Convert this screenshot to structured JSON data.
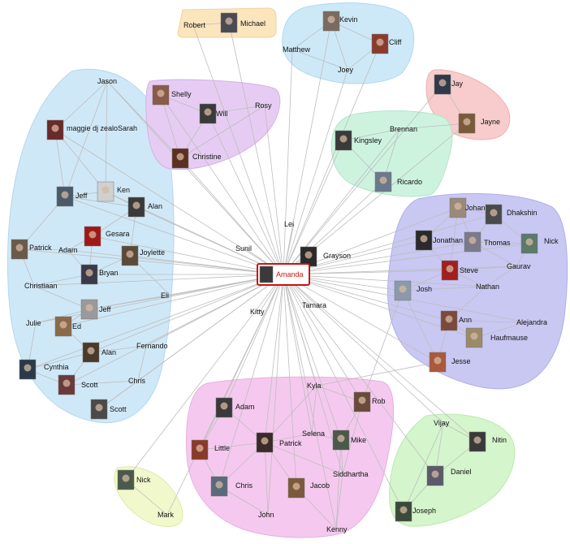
{
  "colors": {
    "edge": "#bdbdbd",
    "center_border": "#cc1111",
    "photo_stroke": "#777777"
  },
  "center": {
    "id": "amanda",
    "label": "Amanda"
  },
  "clusters": [
    {
      "id": "blue-left",
      "fill": "#cfe8f7",
      "stroke": "#b4d7ee"
    },
    {
      "id": "orange-top",
      "fill": "#fbe5bd",
      "stroke": "#f0d39f"
    },
    {
      "id": "blue-top",
      "fill": "#cde9f8",
      "stroke": "#b3d7ee"
    },
    {
      "id": "violet-top",
      "fill": "#e6ccf3",
      "stroke": "#d3b1e8"
    },
    {
      "id": "red-top",
      "fill": "#f8cccc",
      "stroke": "#eeb1b1"
    },
    {
      "id": "green-mid",
      "fill": "#cdf3df",
      "stroke": "#afe5c8"
    },
    {
      "id": "purple-right",
      "fill": "#c9c8f3",
      "stroke": "#b0aeea"
    },
    {
      "id": "pink-bottom",
      "fill": "#f5c9ef",
      "stroke": "#e8aee0"
    },
    {
      "id": "green-bottom",
      "fill": "#d5f5cc",
      "stroke": "#bce9ae"
    },
    {
      "id": "yellow-bottom",
      "fill": "#f1f8cb",
      "stroke": "#dfeaa9"
    }
  ],
  "nodes": [
    {
      "id": "robert",
      "label": "Robert",
      "photo": false,
      "tone": "#000000"
    },
    {
      "id": "michael",
      "label": "Michael",
      "photo": true,
      "tone": "#4a4a52"
    },
    {
      "id": "kevin",
      "label": "Kevin",
      "photo": true,
      "tone": "#7a6a60"
    },
    {
      "id": "matthew",
      "label": "Matthew",
      "photo": false,
      "tone": "#000000"
    },
    {
      "id": "cliff",
      "label": "Cliff",
      "photo": true,
      "tone": "#8a3b2b"
    },
    {
      "id": "joey",
      "label": "Joey",
      "photo": false,
      "tone": "#000000"
    },
    {
      "id": "jay",
      "label": "Jay",
      "photo": true,
      "tone": "#2f3a4a"
    },
    {
      "id": "jayne",
      "label": "Jayne",
      "photo": true,
      "tone": "#7a5a3a"
    },
    {
      "id": "jason",
      "label": "Jason",
      "photo": false,
      "tone": "#000000"
    },
    {
      "id": "maggie",
      "label": "maggie dj zealoSarah",
      "photo": true,
      "tone": "#6a2a2a"
    },
    {
      "id": "shelly",
      "label": "Shelly",
      "photo": true,
      "tone": "#8a5a4a"
    },
    {
      "id": "will",
      "label": "Will",
      "photo": true,
      "tone": "#3a3a3a"
    },
    {
      "id": "rosy",
      "label": "Rosy",
      "photo": false,
      "tone": "#000000"
    },
    {
      "id": "christine",
      "label": "Christine",
      "photo": true,
      "tone": "#5a3020"
    },
    {
      "id": "brennan",
      "label": "Brennan",
      "photo": false,
      "tone": "#000000"
    },
    {
      "id": "kingsley",
      "label": "Kingsley",
      "photo": true,
      "tone": "#3a3a3a"
    },
    {
      "id": "ricardo",
      "label": "Ricardo",
      "photo": true,
      "tone": "#6a7a8a"
    },
    {
      "id": "ken",
      "label": "Ken",
      "photo": true,
      "tone": "#d0d0d0"
    },
    {
      "id": "jeff1",
      "label": "Jeff",
      "photo": true,
      "tone": "#4a5a6a"
    },
    {
      "id": "alan1",
      "label": "Alan",
      "photo": true,
      "tone": "#3a3a3a"
    },
    {
      "id": "gesara",
      "label": "Gesara",
      "photo": true,
      "tone": "#a01818"
    },
    {
      "id": "patrick1",
      "label": "Patrick",
      "photo": true,
      "tone": "#6a5a4a"
    },
    {
      "id": "adam1",
      "label": "Adam",
      "photo": false,
      "tone": "#000000"
    },
    {
      "id": "joylette",
      "label": "Joylette",
      "photo": true,
      "tone": "#5a4a3a"
    },
    {
      "id": "bryan",
      "label": "Bryan",
      "photo": true,
      "tone": "#3a3a4a"
    },
    {
      "id": "christiaan",
      "label": "Christiaan",
      "photo": false,
      "tone": "#000000"
    },
    {
      "id": "eli",
      "label": "Eli",
      "photo": false,
      "tone": "#000000"
    },
    {
      "id": "jeff2",
      "label": "Jeff",
      "photo": true,
      "tone": "#9a9a9a"
    },
    {
      "id": "julie",
      "label": "Julie",
      "photo": false,
      "tone": "#000000"
    },
    {
      "id": "ed",
      "label": "Ed",
      "photo": true,
      "tone": "#8a6a4a"
    },
    {
      "id": "fernando",
      "label": "Fernando",
      "photo": false,
      "tone": "#000000"
    },
    {
      "id": "alan2",
      "label": "Alan",
      "photo": true,
      "tone": "#4a3a2a"
    },
    {
      "id": "cynthia",
      "label": "Cynthia",
      "photo": true,
      "tone": "#2a3a4a"
    },
    {
      "id": "scott1",
      "label": "Scott",
      "photo": true,
      "tone": "#6a3a3a"
    },
    {
      "id": "chris1",
      "label": "Chris",
      "photo": false,
      "tone": "#000000"
    },
    {
      "id": "scott2",
      "label": "Scott",
      "photo": true,
      "tone": "#4a4a4a"
    },
    {
      "id": "lei",
      "label": "Lei",
      "photo": false,
      "tone": "#000000"
    },
    {
      "id": "sunil",
      "label": "Sunil",
      "photo": false,
      "tone": "#000000"
    },
    {
      "id": "grayson",
      "label": "Grayson",
      "photo": true,
      "tone": "#2a2a2a"
    },
    {
      "id": "kitty",
      "label": "Kitty",
      "photo": false,
      "tone": "#000000"
    },
    {
      "id": "tamara",
      "label": "Tamara",
      "photo": false,
      "tone": "#000000"
    },
    {
      "id": "johan",
      "label": "Johan",
      "photo": true,
      "tone": "#9a8a7a"
    },
    {
      "id": "dhakshin",
      "label": "Dhakshin",
      "photo": true,
      "tone": "#4a4a4a"
    },
    {
      "id": "jonathan",
      "label": "Jonathan",
      "photo": true,
      "tone": "#2a2a2a"
    },
    {
      "id": "thomas",
      "label": "Thomas",
      "photo": true,
      "tone": "#7a7a8a"
    },
    {
      "id": "nick1",
      "label": "Nick",
      "photo": true,
      "tone": "#5a7a6a"
    },
    {
      "id": "steve",
      "label": "Steve",
      "photo": true,
      "tone": "#a02020"
    },
    {
      "id": "gaurav",
      "label": "Gaurav",
      "photo": false,
      "tone": "#000000"
    },
    {
      "id": "josh",
      "label": "Josh",
      "photo": true,
      "tone": "#8a9aaa"
    },
    {
      "id": "nathan",
      "label": "Nathan",
      "photo": false,
      "tone": "#000000"
    },
    {
      "id": "ann",
      "label": "Ann",
      "photo": true,
      "tone": "#7a4a3a"
    },
    {
      "id": "alejandra",
      "label": "Alejandra",
      "photo": false,
      "tone": "#000000"
    },
    {
      "id": "haufmause",
      "label": "Haufmause",
      "photo": true,
      "tone": "#9a8a6a"
    },
    {
      "id": "jesse",
      "label": "Jesse",
      "photo": true,
      "tone": "#aa5a3a"
    },
    {
      "id": "kyla",
      "label": "Kyla",
      "photo": false,
      "tone": "#000000"
    },
    {
      "id": "rob",
      "label": "Rob",
      "photo": true,
      "tone": "#6a4a3a"
    },
    {
      "id": "adam2",
      "label": "Adam",
      "photo": true,
      "tone": "#3a3a3a"
    },
    {
      "id": "selena",
      "label": "Selena",
      "photo": false,
      "tone": "#000000"
    },
    {
      "id": "mike",
      "label": "Mike",
      "photo": true,
      "tone": "#4a5a4a"
    },
    {
      "id": "little",
      "label": "Little",
      "photo": true,
      "tone": "#8a3a2a"
    },
    {
      "id": "patrick2",
      "label": "Patrick",
      "photo": true,
      "tone": "#3a2a2a"
    },
    {
      "id": "siddhartha",
      "label": "Siddhartha",
      "photo": false,
      "tone": "#000000"
    },
    {
      "id": "chris2",
      "label": "Chris",
      "photo": true,
      "tone": "#5a6a7a"
    },
    {
      "id": "jacob",
      "label": "Jacob",
      "photo": true,
      "tone": "#7a5a3a"
    },
    {
      "id": "john",
      "label": "John",
      "photo": false,
      "tone": "#000000"
    },
    {
      "id": "kenny",
      "label": "Kenny",
      "photo": false,
      "tone": "#000000"
    },
    {
      "id": "vijay",
      "label": "Vijay",
      "photo": false,
      "tone": "#000000"
    },
    {
      "id": "nitin",
      "label": "Nitin",
      "photo": true,
      "tone": "#3a3a3a"
    },
    {
      "id": "daniel",
      "label": "Daniel",
      "photo": true,
      "tone": "#5a5a6a"
    },
    {
      "id": "joseph",
      "label": "Joseph",
      "photo": true,
      "tone": "#3a4a3a"
    },
    {
      "id": "nick2",
      "label": "Nick",
      "photo": true,
      "tone": "#4a5a4a"
    },
    {
      "id": "mark",
      "label": "Mark",
      "photo": false,
      "tone": "#000000"
    }
  ]
}
